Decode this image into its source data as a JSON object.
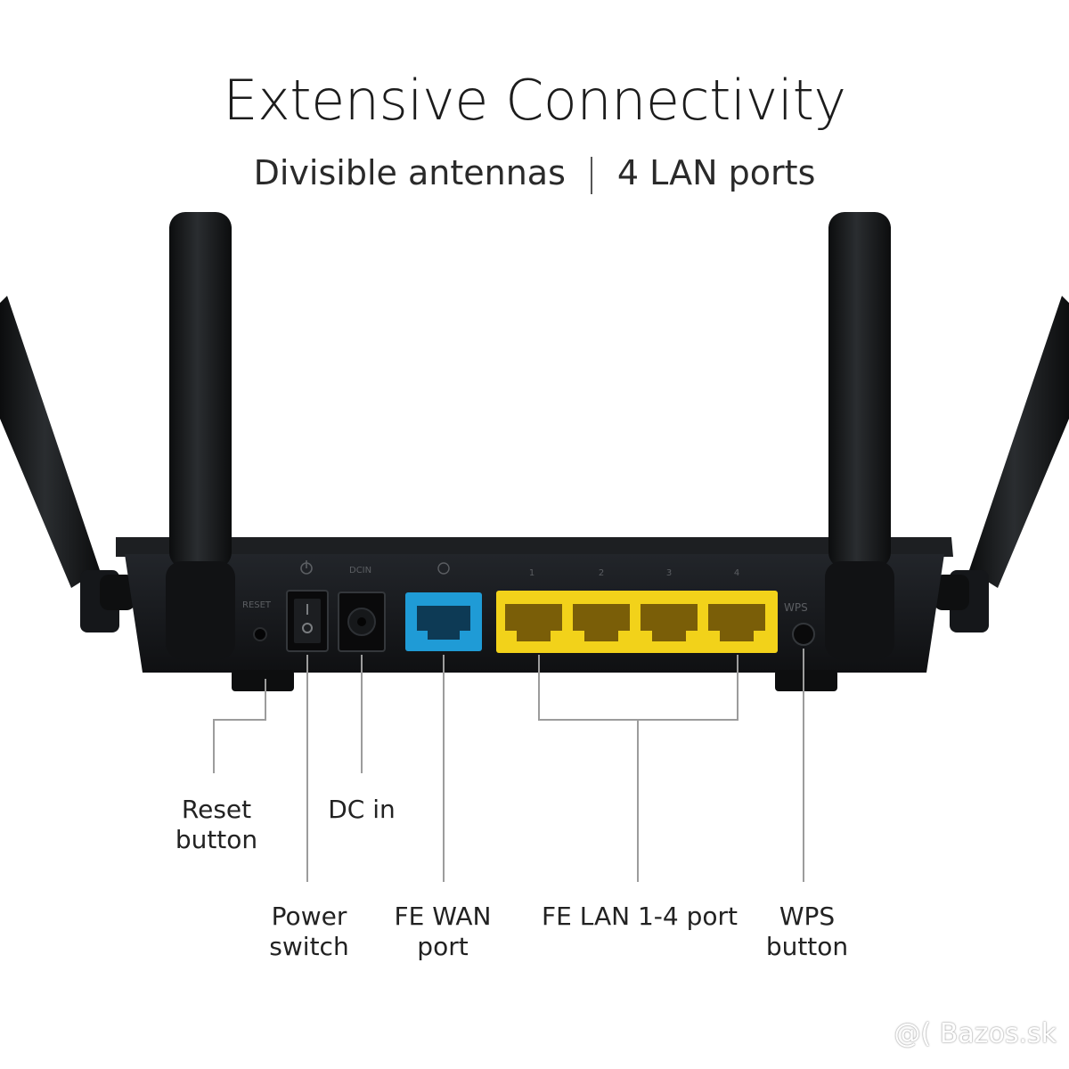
{
  "heading": {
    "title": "Extensive Connectivity",
    "subtitle_left": "Divisible antennas",
    "subtitle_right": "4 LAN ports"
  },
  "panel_labels": {
    "reset": "RESET",
    "dcin": "DCIN",
    "wps": "WPS",
    "lan_numbers": [
      "1",
      "2",
      "3",
      "4"
    ]
  },
  "callouts": {
    "reset_line1": "Reset",
    "reset_line2": "button",
    "power_line1": "Power",
    "power_line2": "switch",
    "dcin": "DC in",
    "wan_line1": "FE WAN",
    "wan_line2": "port",
    "lan": "FE LAN 1-4 port",
    "wps_line1": "WPS",
    "wps_line2": "button"
  },
  "watermark": "@( Bazos.sk",
  "colors": {
    "wan_port": "#1f9bd6",
    "lan_port": "#f2d21a",
    "router_body": "#16181a",
    "leader_line": "#9c9c9c"
  }
}
